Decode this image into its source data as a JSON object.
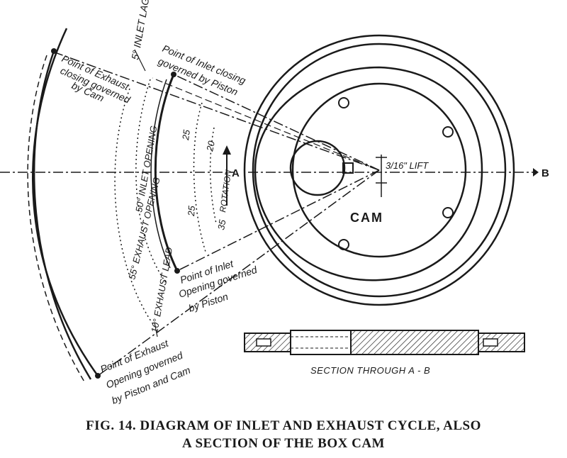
{
  "figure": {
    "caption_line1": "FIG. 14.   DIAGRAM OF INLET AND EXHAUST CYCLE, ALSO",
    "caption_line2": "A SECTION OF THE BOX CAM",
    "labels": {
      "inlet_lag": "5° INLET LAG",
      "inlet_closing_1": "Point of Inlet closing",
      "inlet_closing_2": "governed by Piston",
      "exhaust_closing_1": "Point of Exhaust",
      "exhaust_closing_2": "closing governed",
      "exhaust_closing_3": "by Cam",
      "exhaust_opening": "55° EXHAUST OPENING",
      "inlet_opening": "50° INLET OPENING",
      "deg_25_upper": "25",
      "deg_20": "20",
      "deg_25_lower": "25",
      "deg_35": "35",
      "rotation": "ROTATION",
      "point_a": "A",
      "point_b": "B",
      "lift": "3/16\" LIFT",
      "cam": "CAM",
      "exhaust_lead": "10° EXHAUST LEAD",
      "inlet_opening_pt_1": "Point of Inlet",
      "inlet_opening_pt_2": "Opening governed",
      "inlet_opening_pt_3": "by Piston",
      "exhaust_opening_pt_1": "Point of Exhaust",
      "exhaust_opening_pt_2": "Opening governed",
      "exhaust_opening_pt_3": "by Piston and Cam",
      "section": "SECTION THROUGH A - B"
    }
  }
}
